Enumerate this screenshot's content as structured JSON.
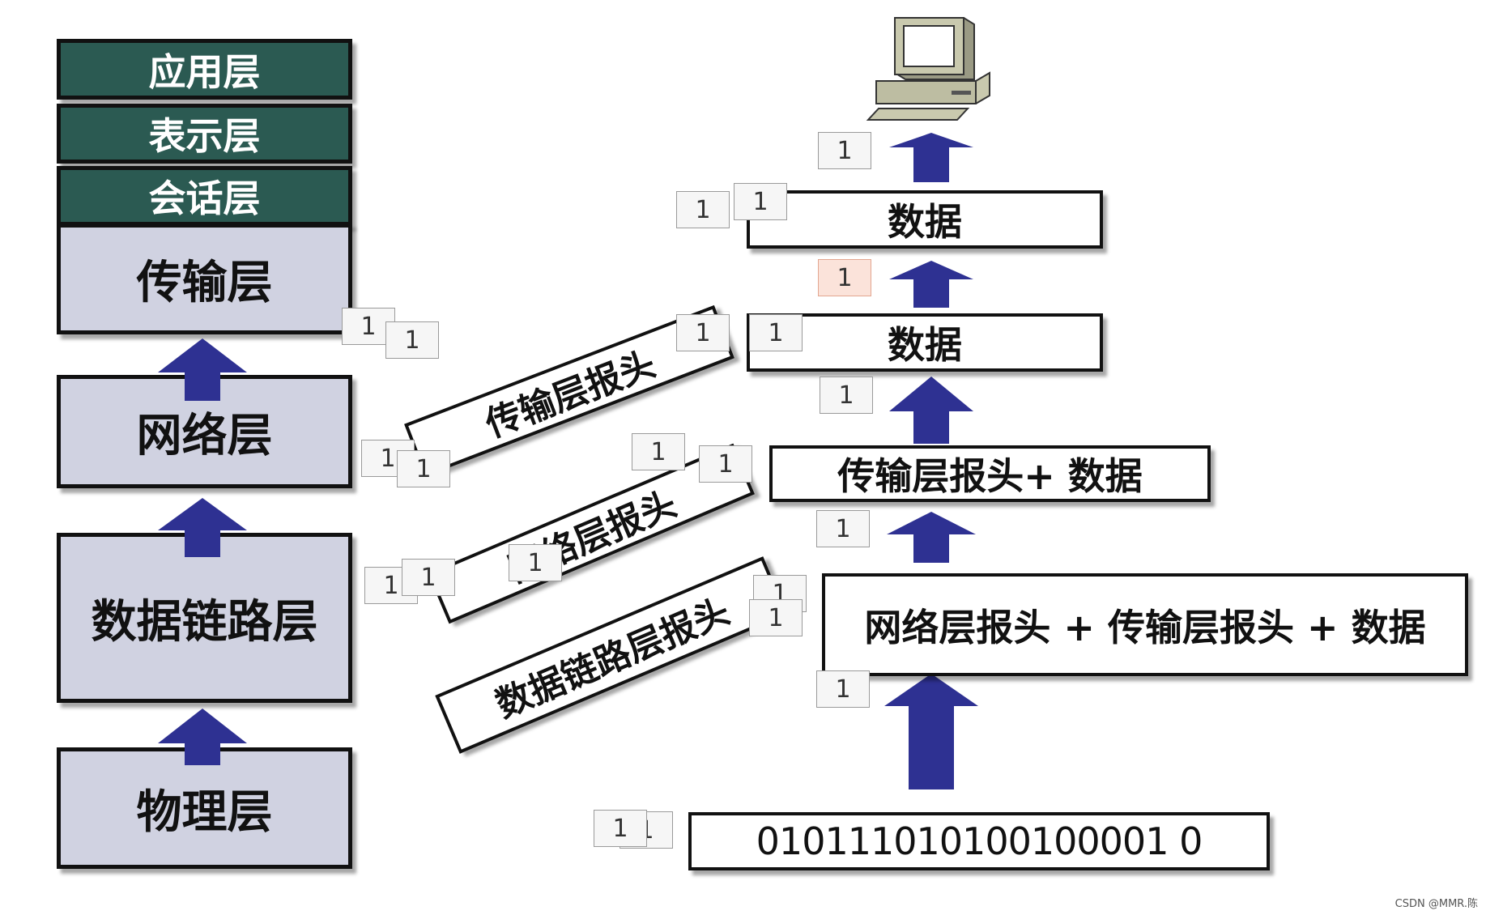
{
  "osi_stack": {
    "application": "应用层",
    "presentation": "表示层",
    "session": "会话层",
    "transport": "传输层",
    "network": "网络层",
    "data_link": "数据链路层",
    "physical": "物理层"
  },
  "headers": {
    "transport": "传输层报头",
    "network": "网络层报头",
    "data_link": "数据链路层报头"
  },
  "packets": {
    "top_data": "数据",
    "second_data": "数据",
    "transport_packet": "传输层报头+ 数据",
    "network_packet": "网络层报头 + 传输层报头 + 数据",
    "bits": "010111010100100001 0"
  },
  "note_label": "1",
  "credit": "CSDN @MMR.陈",
  "colors": {
    "dark_layer": "#2b5a52",
    "light_layer": "#d0d2e1",
    "arrow": "#2e3192"
  },
  "icons": [
    "computer-icon"
  ]
}
